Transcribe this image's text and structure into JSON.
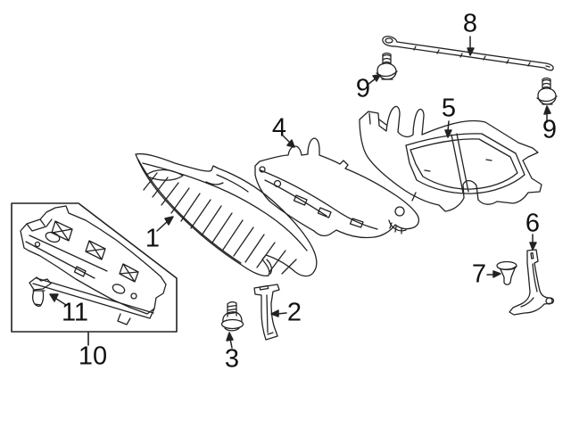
{
  "diagram": {
    "background": "#ffffff",
    "line_color": "#222222",
    "label_color": "#111111",
    "callouts": {
      "c1": {
        "label": "1"
      },
      "c2": {
        "label": "2"
      },
      "c3": {
        "label": "3"
      },
      "c4": {
        "label": "4"
      },
      "c5": {
        "label": "5"
      },
      "c6": {
        "label": "6"
      },
      "c7": {
        "label": "7"
      },
      "c8": {
        "label": "8"
      },
      "c9_left": {
        "label": "9"
      },
      "c9_right": {
        "label": "9"
      },
      "c10": {
        "label": "10"
      },
      "c11": {
        "label": "11"
      }
    }
  }
}
